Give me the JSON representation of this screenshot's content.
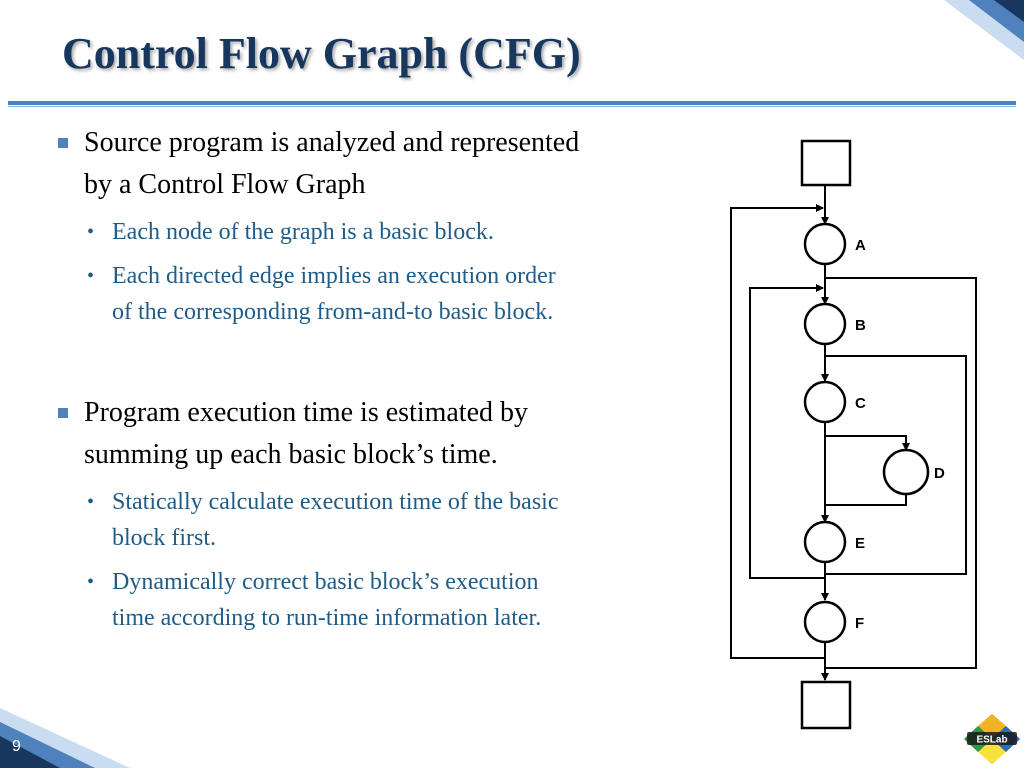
{
  "slide": {
    "title": "Control Flow Graph (CFG)",
    "page_number": "9",
    "logo_text": "ESLab",
    "accent_color": "#4f81bd",
    "title_color": "#17375e",
    "subbullet_color": "#1f5c87"
  },
  "bullets": [
    {
      "lines": [
        "Source program is analyzed and represented",
        "by a Control Flow Graph"
      ],
      "sub": [
        {
          "lines": [
            "Each node of the graph is a basic block."
          ]
        },
        {
          "lines": [
            "Each directed edge implies an execution order",
            "of the corresponding from-and-to basic block."
          ]
        }
      ]
    },
    {
      "lines": [
        "Program execution time is estimated by",
        "summing up each basic block’s time."
      ],
      "sub": [
        {
          "lines": [
            "Statically calculate execution time of the basic",
            "block first."
          ]
        },
        {
          "lines": [
            "Dynamically correct basic block’s execution",
            "time according to run-time information later."
          ]
        }
      ]
    }
  ],
  "diagram": {
    "nodes": [
      "A",
      "B",
      "C",
      "D",
      "E",
      "F"
    ]
  }
}
